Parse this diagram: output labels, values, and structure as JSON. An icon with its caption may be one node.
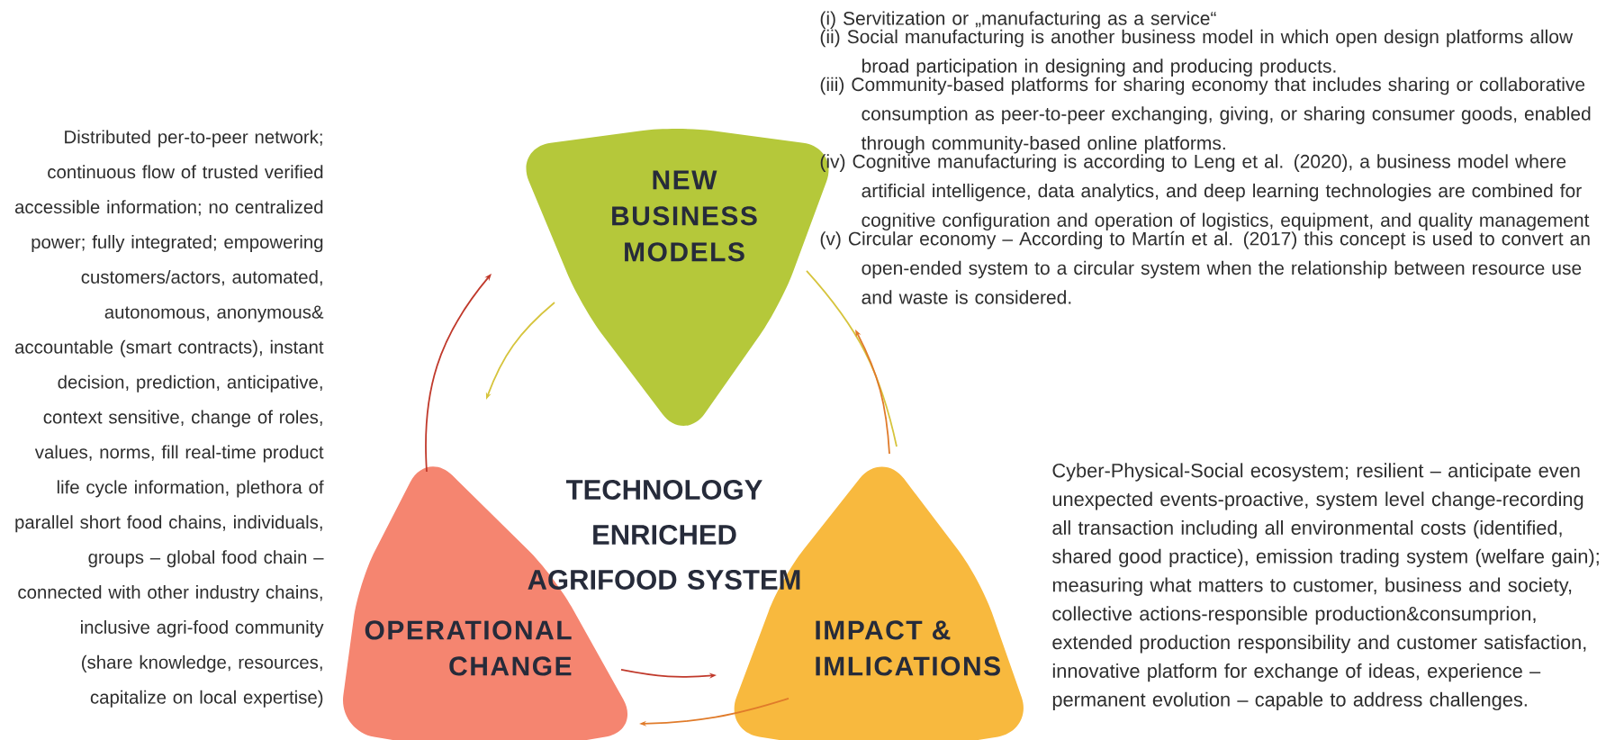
{
  "diagram": {
    "nodes": [
      {
        "text": [
          "NEW BUSINESS MODELS"
        ],
        "beside": [
          "(i) Servitization or „manufacturing as a service“",
          "(ii) Social manufacturing is another business model in which open design platforms allow broad participation in designing and producing products.",
          "(iii) Community-based platforms for sharing economy that includes sharing or collaborative consumption as peer-to-peer exchanging, giving, or sharing consumer goods, enabled through community-based online platforms.",
          "(iv) Cognitive manufacturing is according to Leng et al. (2020), a business model where artificial intelligence, data analytics, and deep learning technologies are combined for cognitive configuration and operation of logistics, equipment, and quality management",
          "(v) Circular economy – According to Martín et al. (2017) this concept is used to convert an open-ended system to a circular system when the relationship between resource use and waste is considered."
        ]
      },
      {
        "text": [
          "OPERATIONAL CHANGE"
        ],
        "beside": [
          "Distributed per-to-peer network; continuous flow of trusted verified accessible information; no centralized power; fully integrated; empowering customers/actors, automated, autonomous, anonymous& accountable (smart contracts), instant decision, prediction, anticipative, context sensitive, change of roles, values, norms, fill real-time product life cycle information, plethora of parallel short food chains, individuals, groups – global food chain – connected with other industry chains, inclusive agri-food community (share knowledge, resources, capitalize on local expertise)"
        ]
      },
      {
        "text": [
          "IMPACT & IMLICATIONS"
        ],
        "beside": [
          "Cyber-Physical-Social ecosystem; resilient – anticipate even unexpected events-proactive, system level change-recording all transaction including all environmental costs (identified, shared good practice), emission trading system (welfare gain); measuring what matters to customer, business and society, collective actions-responsible production&consumprion, extended production responsibility and customer satisfaction, innovative platform for exchange of ideas, experience – permanent evolution – capable to address challenges."
        ]
      }
    ],
    "edges": [
      {
        "from": 1,
        "to": 0,
        "arrow": "to",
        "color": "#c0392b"
      },
      {
        "from": 0,
        "to": 1,
        "arrow": "to",
        "color": "#d6c43c"
      },
      {
        "from": 0,
        "to": 2,
        "arrow": "none",
        "color": "#d6c43c"
      },
      {
        "from": 2,
        "to": 0,
        "arrow": "to",
        "color": "#e07b2a"
      },
      {
        "from": 1,
        "to": 2,
        "arrow": "to",
        "color": "#c0392b"
      },
      {
        "from": 2,
        "to": 1,
        "arrow": "to",
        "color": "#e07b2a"
      }
    ],
    "labels": [
      "TECHNOLOGY ENRICHED AGRIFOOD SYSTEM"
    ]
  }
}
